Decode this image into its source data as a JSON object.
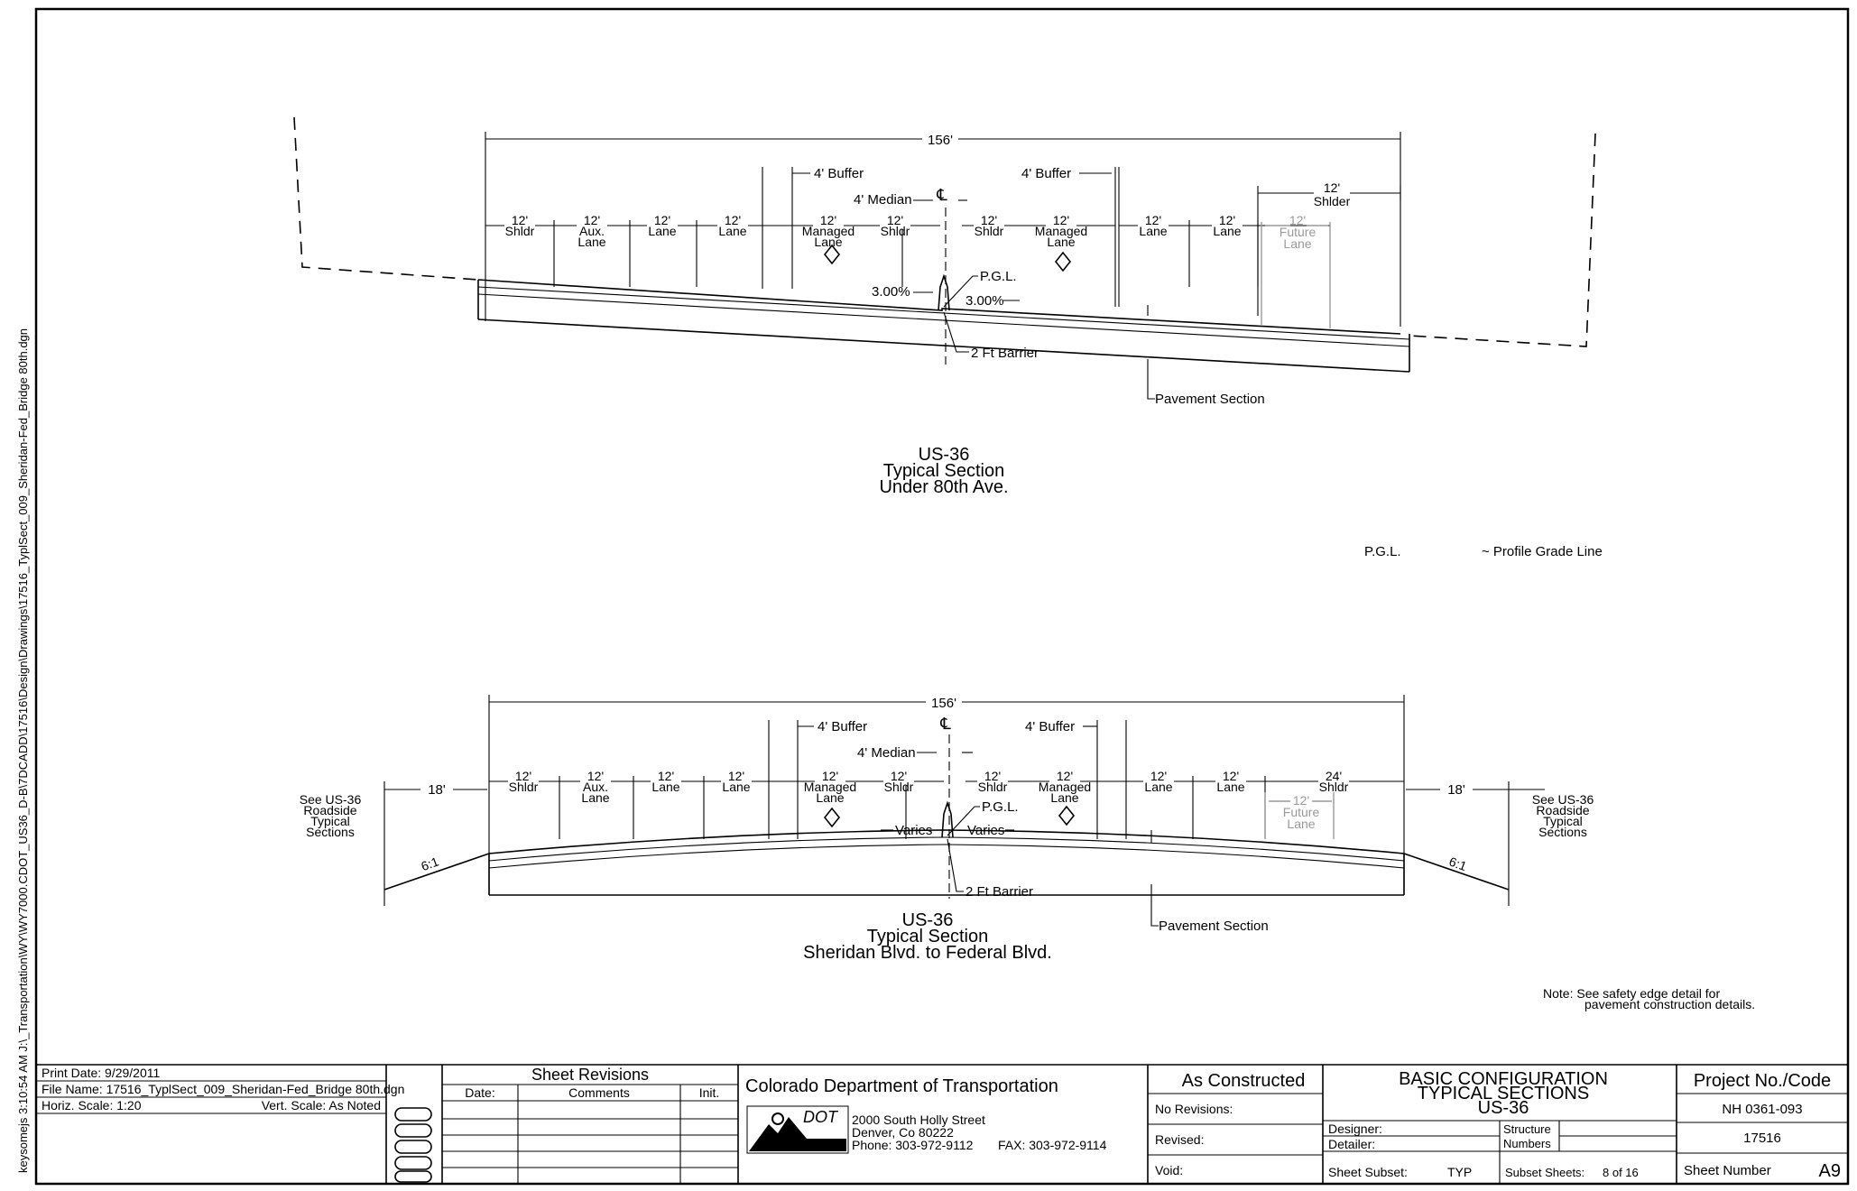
{
  "side_path": "keysomejs 3:10:54 AM J:\\_Transportation\\WY\\WY7000.CDOT_US36_D-B\\7DCADD\\17516\\Design\\Drawings\\17516_TyplSect_009_Sheridan-Fed_Bridge 80th.dgn",
  "top_section": {
    "overall_width": "156'",
    "lanes": [
      {
        "w": "12'",
        "name": "Shldr"
      },
      {
        "w": "12'",
        "name": "Aux.",
        "name2": "Lane"
      },
      {
        "w": "12'",
        "name": "Lane"
      },
      {
        "w": "12'",
        "name": "Lane"
      },
      {
        "w": "12'",
        "name": "Managed",
        "name2": "Lane"
      },
      {
        "w": "12'",
        "name": "Shldr"
      },
      {
        "w": "12'",
        "name": "Shldr"
      },
      {
        "w": "12'",
        "name": "Managed",
        "name2": "Lane"
      },
      {
        "w": "12'",
        "name": "Lane"
      },
      {
        "w": "12'",
        "name": "Lane"
      }
    ],
    "future_lane": {
      "w": "12'",
      "name": "Future",
      "name2": "Lane"
    },
    "shoulder_right": {
      "w": "12'",
      "name": "Shlder"
    },
    "buffer_left": "4' Buffer",
    "buffer_right": "4' Buffer",
    "median": "4' Median",
    "centerline": "℄",
    "slope_left": "3.00%",
    "slope_right": "3.00%",
    "pgl": "P.G.L.",
    "barrier": "2 Ft Barrier",
    "pavement": "Pavement Section",
    "title": [
      "US-36",
      "Typical Section",
      "Under 80th Ave."
    ]
  },
  "legend": {
    "abbr": "P.G.L.",
    "meaning": "~ Profile Grade Line"
  },
  "bottom_section": {
    "overall_width": "156'",
    "lanes": [
      {
        "w": "12'",
        "name": "Shldr"
      },
      {
        "w": "12'",
        "name": "Aux.",
        "name2": "Lane"
      },
      {
        "w": "12'",
        "name": "Lane"
      },
      {
        "w": "12'",
        "name": "Lane"
      },
      {
        "w": "12'",
        "name": "Managed",
        "name2": "Lane"
      },
      {
        "w": "12'",
        "name": "Shldr"
      },
      {
        "w": "12'",
        "name": "Shldr"
      },
      {
        "w": "12'",
        "name": "Managed",
        "name2": "Lane"
      },
      {
        "w": "12'",
        "name": "Lane"
      },
      {
        "w": "12'",
        "name": "Lane"
      },
      {
        "w": "24'",
        "name": "Shldr"
      }
    ],
    "future_lane": {
      "w": "12'",
      "name": "Future",
      "name2": "Lane"
    },
    "side_width": "18'",
    "side_slope": "6:1",
    "see_left": [
      "See US-36",
      "Roadside",
      "Typical",
      "Sections"
    ],
    "see_right": [
      "See US-36",
      "Roadside",
      "Typical",
      "Sections"
    ],
    "buffer_left": "4' Buffer",
    "buffer_right": "4' Buffer",
    "median": "4' Median",
    "centerline": "℄",
    "varies": "Varies",
    "pgl": "P.G.L.",
    "barrier": "2 Ft Barrier",
    "pavement": "Pavement Section",
    "title": [
      "US-36",
      "Typical Section",
      "Sheridan Blvd. to Federal Blvd."
    ]
  },
  "note": [
    "Note: See safety edge detail for",
    "pavement construction details."
  ],
  "title_block": {
    "print_date": "Print Date: 9/29/2011",
    "file_name": "File Name: 17516_TyplSect_009_Sheridan-Fed_Bridge 80th.dgn",
    "horiz_scale": "Horiz. Scale: 1:20",
    "vert_scale": "Vert. Scale: As Noted",
    "revisions_title": "Sheet Revisions",
    "rev_cols": [
      "Date:",
      "Comments",
      "Init."
    ],
    "agency": "Colorado Department of Transportation",
    "logo": "DOT",
    "address": [
      "2000 South Holly Street",
      "Denver, Co 80222"
    ],
    "phone": "Phone: 303-972-9112",
    "fax": "FAX: 303-972-9114",
    "as_constructed": "As Constructed",
    "no_revisions": "No Revisions:",
    "revised": "Revised:",
    "void": "Void:",
    "sheet_title": [
      "BASIC CONFIGURATION",
      "TYPICAL SECTIONS",
      "US-36"
    ],
    "designer": "Designer:",
    "detailer": "Detailer:",
    "structure_numbers": [
      "Structure",
      "Numbers"
    ],
    "sheet_subset_label": "Sheet Subset:",
    "sheet_subset": "TYP",
    "subset_sheets_label": "Subset Sheets:",
    "subset_sheets": "8 of 16",
    "project_label": "Project No./Code",
    "project_no": "NH 0361-093",
    "project_code": "17516",
    "sheet_number_label": "Sheet Number",
    "sheet_number": "A9"
  }
}
